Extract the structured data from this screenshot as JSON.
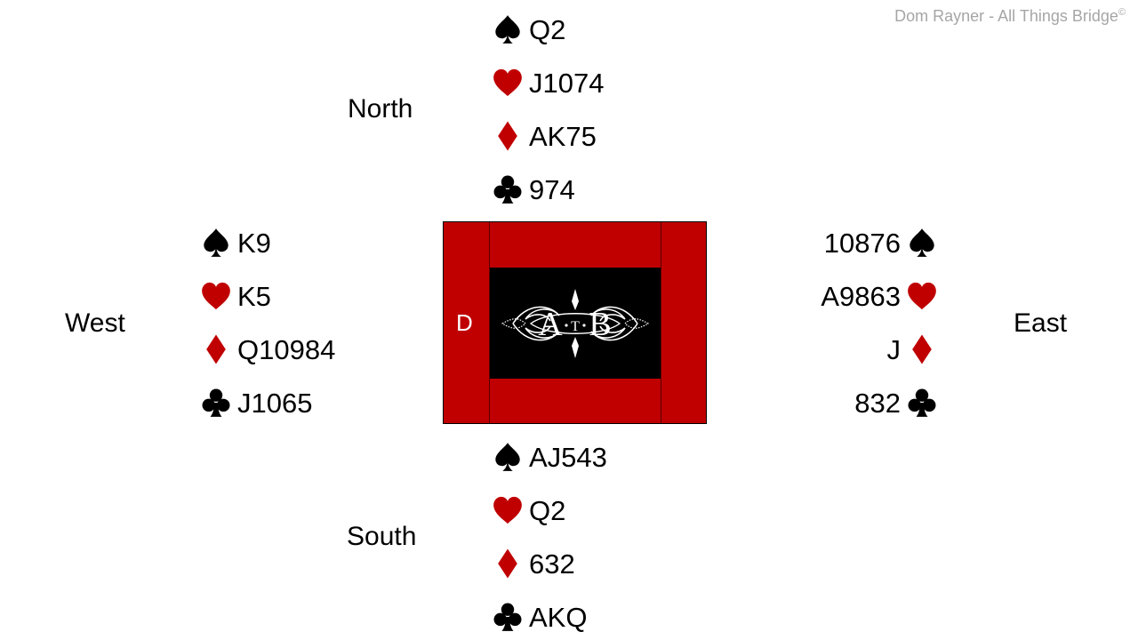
{
  "copyright": {
    "text": "Dom Rayner  - All Things Bridge",
    "symbol": "©"
  },
  "seats": {
    "north": "North",
    "south": "South",
    "east": "East",
    "west": "West"
  },
  "hands": {
    "north": {
      "spades": "Q2",
      "hearts": "J1074",
      "diamonds": "AK75",
      "clubs": "974"
    },
    "west": {
      "spades": "K9",
      "hearts": "K5",
      "diamonds": "Q10984",
      "clubs": "J1065"
    },
    "east": {
      "spades": "10876",
      "hearts": "A9863",
      "diamonds": "J",
      "clubs": "832"
    },
    "south": {
      "spades": "AJ543",
      "hearts": "Q2",
      "diamonds": "632",
      "clubs": "AKQ"
    }
  },
  "table": {
    "dealer": "D",
    "logo_letters": {
      "left": "A",
      "middle": "T",
      "right": "B"
    }
  },
  "colors": {
    "red": "#c00000",
    "black": "#000000",
    "table_red": "#c00000"
  },
  "icons": {
    "spades": "spade-icon",
    "hearts": "heart-icon",
    "diamonds": "diamond-icon",
    "clubs": "club-icon"
  }
}
